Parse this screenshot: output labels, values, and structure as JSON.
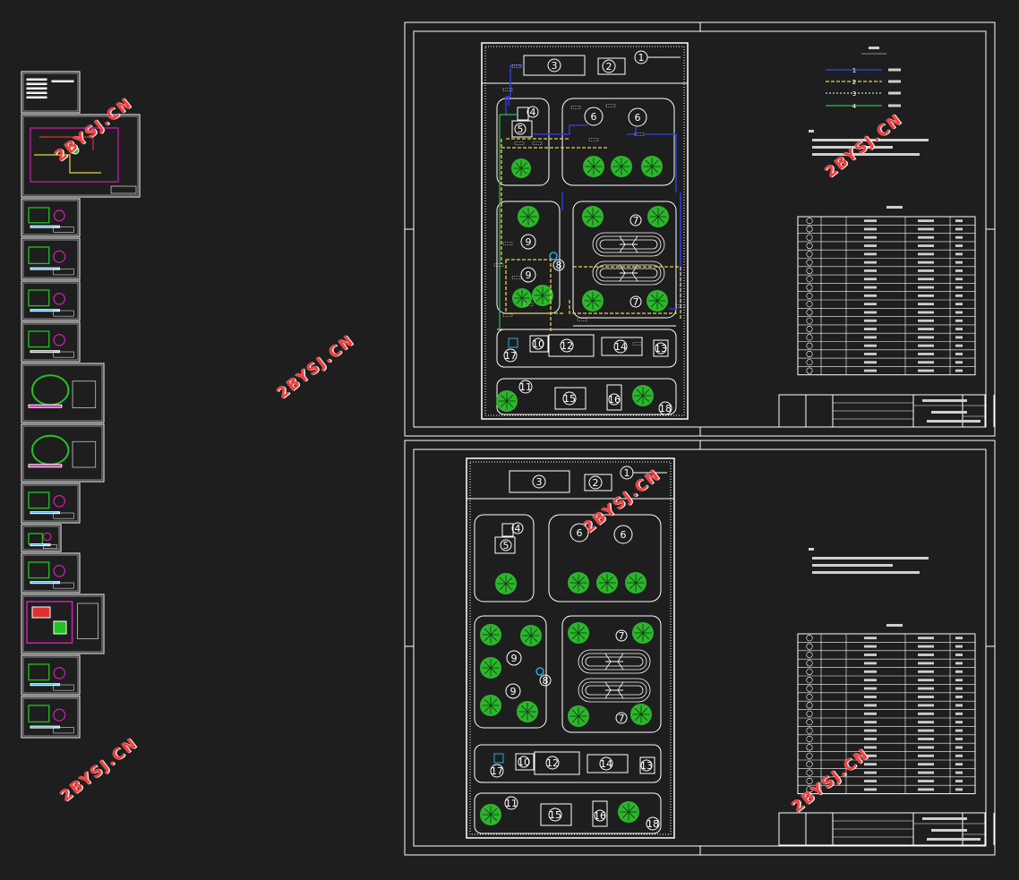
{
  "watermark": "2BYSJ.CN",
  "sheets": {
    "upper": {
      "legend_title": "图 例",
      "legend_items": [
        "1",
        "2",
        "3",
        "4"
      ],
      "table_title": "主要构(建)筑物一览表",
      "facility_numbers": [
        "1",
        "2",
        "3",
        "4",
        "5",
        "6",
        "7",
        "8",
        "9",
        "10",
        "11",
        "12",
        "13",
        "14",
        "15",
        "16",
        "17",
        "18"
      ]
    },
    "lower": {
      "table_title": "主要构(建)筑物一览表",
      "facility_numbers": [
        "1",
        "2",
        "3",
        "4",
        "5",
        "6",
        "7",
        "8",
        "9",
        "10",
        "11",
        "12",
        "13",
        "14",
        "15",
        "16",
        "17",
        "18"
      ]
    }
  },
  "colors": {
    "background": "#1e1e1e",
    "line": "#ffffff",
    "tree": "#2db52d",
    "pipe_blue": "#2e3bd6",
    "pipe_yellow": "#e8d34a",
    "pipe_green": "#2bbf4a",
    "watermark": "#ff3b3b",
    "thumb_magenta": "#d21fb3",
    "thumb_green": "#22c322"
  }
}
